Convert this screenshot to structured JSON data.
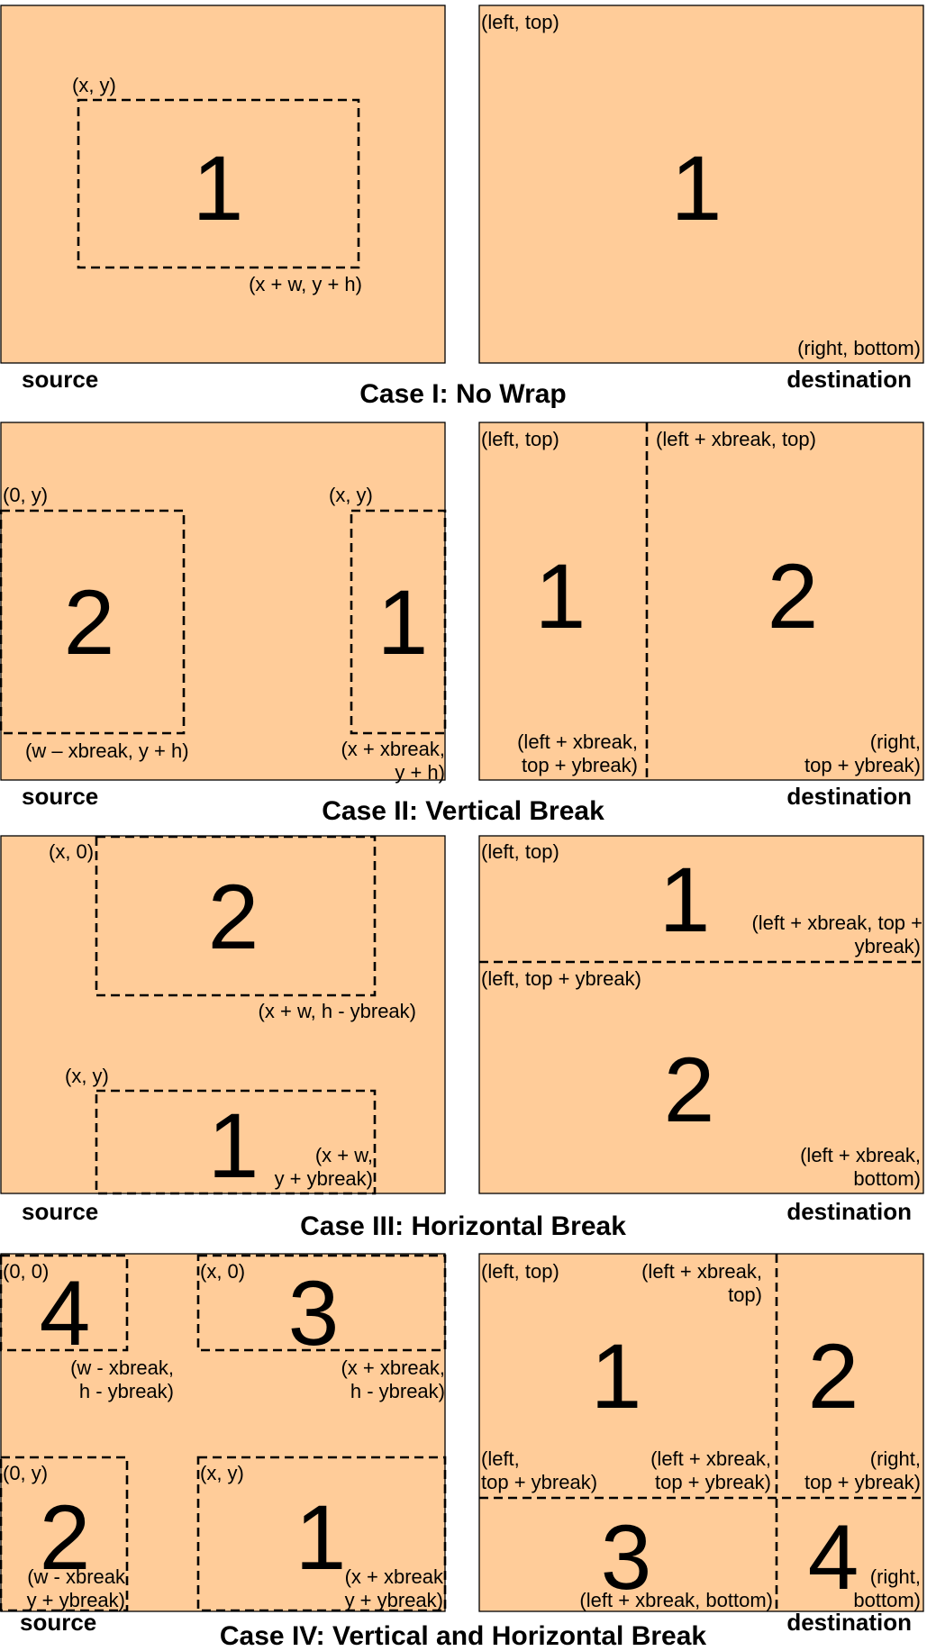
{
  "colors": {
    "panel_fill": "#FFCC99",
    "stroke": "#000000",
    "background": "#FFFFFF"
  },
  "labels": {
    "source": "source",
    "destination": "destination"
  },
  "cases": [
    {
      "title": "Case I: No Wrap",
      "source": {
        "regions": [
          {
            "number": "1",
            "top_label": "(x, y)",
            "bottom_label": "(x + w, y + h)"
          }
        ]
      },
      "destination": {
        "regions": [
          {
            "number": "1",
            "top_label": "(left, top)",
            "bottom_label": "(right, bottom)"
          }
        ]
      }
    },
    {
      "title": "Case II: Vertical Break",
      "source": {
        "regions": [
          {
            "number": "2",
            "top_label": "(0, y)",
            "bottom_label": "(w – xbreak, y + h)"
          },
          {
            "number": "1",
            "top_label": "(x, y)",
            "bottom_label": [
              "(x + xbreak,",
              "y + h)"
            ]
          }
        ]
      },
      "destination": {
        "regions": [
          {
            "number": "1",
            "top_label": "(left, top)",
            "bottom_label": [
              "(left + xbreak,",
              "top + ybreak)"
            ]
          },
          {
            "number": "2",
            "top_label": "(left + xbreak, top)",
            "bottom_label": [
              "(right,",
              "top + ybreak)"
            ]
          }
        ]
      }
    },
    {
      "title": "Case III: Horizontal Break",
      "source": {
        "regions": [
          {
            "number": "2",
            "top_label": "(x, 0)",
            "bottom_label": "(x + w, h - ybreak)"
          },
          {
            "number": "1",
            "top_label": "(x, y)",
            "bottom_label": [
              "(x + w,",
              "y + ybreak)"
            ]
          }
        ]
      },
      "destination": {
        "regions": [
          {
            "number": "1",
            "top_label": "(left, top)",
            "bottom_label": [
              "(left + xbreak, top +",
              "ybreak)"
            ]
          },
          {
            "number": "2",
            "top_label": "(left, top + ybreak)",
            "bottom_label": [
              "(left + xbreak,",
              "bottom)"
            ]
          }
        ]
      }
    },
    {
      "title": "Case IV: Vertical and Horizontal Break",
      "source": {
        "regions": [
          {
            "number": "4",
            "top_label": "(0, 0)",
            "bottom_label": [
              "(w - xbreak,",
              "h - ybreak)"
            ]
          },
          {
            "number": "3",
            "top_label": "(x, 0)",
            "bottom_label": [
              "(x + xbreak,",
              "h - ybreak)"
            ]
          },
          {
            "number": "2",
            "top_label": "(0, y)",
            "bottom_label": [
              "(w - xbreak",
              "y + ybreak)"
            ]
          },
          {
            "number": "1",
            "top_label": "(x, y)",
            "bottom_label": [
              "(x + xbreak",
              "y + ybreak)"
            ]
          }
        ]
      },
      "destination": {
        "regions": [
          {
            "number": "1",
            "top_label": "(left, top)",
            "bottom_label": [
              "(left,",
              "top + ybreak)"
            ]
          },
          {
            "number": "2",
            "top_label": [
              "(left + xbreak,",
              "top)"
            ],
            "bottom_label": [
              "(left + xbreak,",
              "top + ybreak)"
            ]
          },
          {
            "number": "3",
            "bottom_label": "(left + xbreak, bottom)"
          },
          {
            "number": "4",
            "bottom_label": [
              "(right,",
              "top + ybreak)"
            ],
            "extra_label": [
              "(right,",
              "bottom)"
            ]
          }
        ]
      }
    }
  ]
}
